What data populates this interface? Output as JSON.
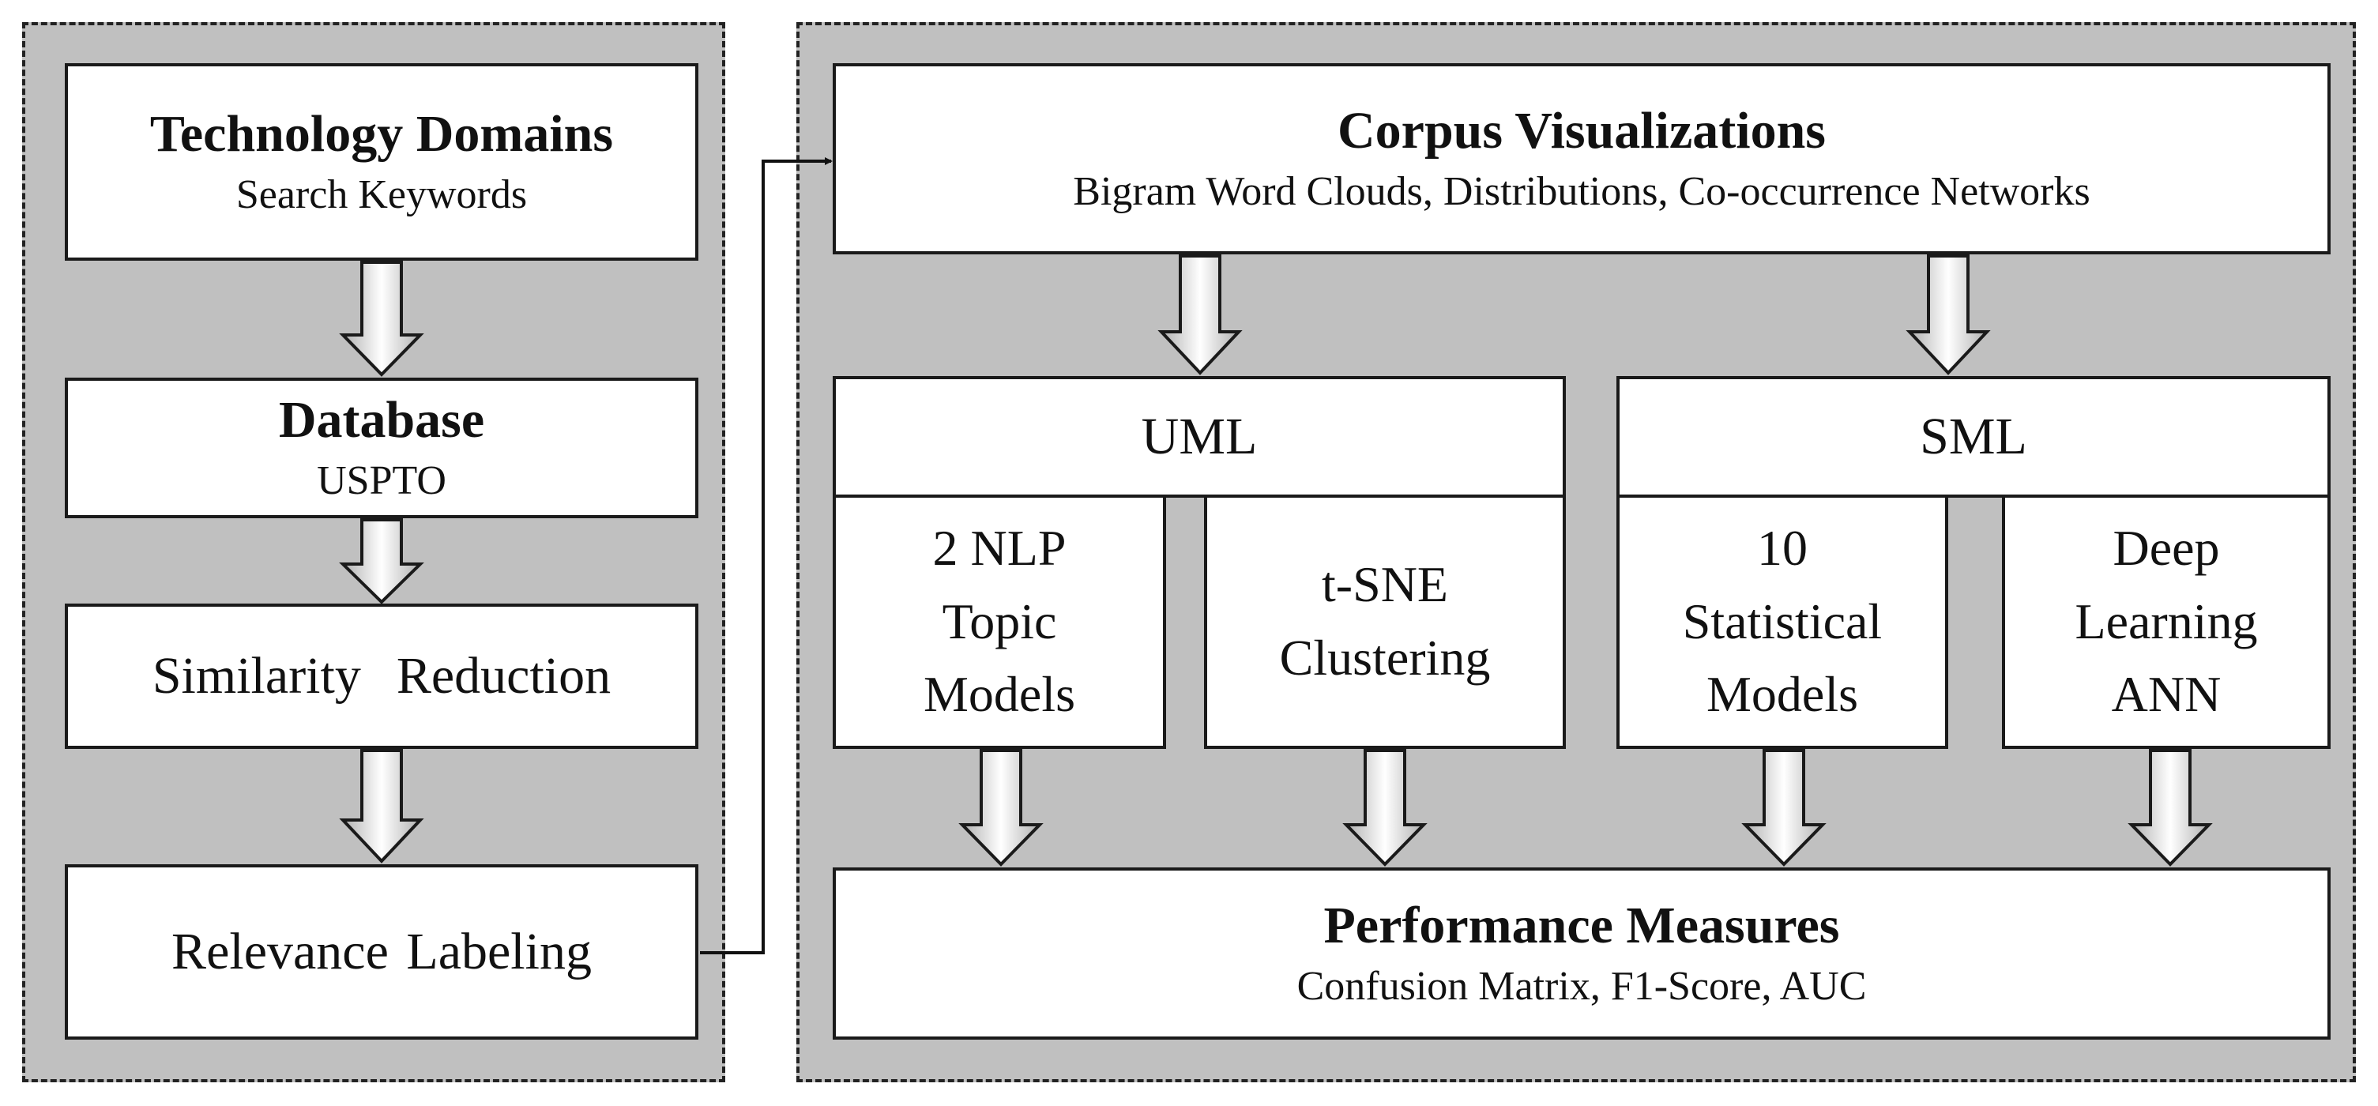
{
  "pipeline": {
    "technology_domains": {
      "title": "Technology Domains",
      "subtitle": "Search Keywords"
    },
    "database": {
      "title": "Database",
      "subtitle": "USPTO"
    },
    "similarity_reduction": {
      "label": "Similarity  Reduction"
    },
    "relevance_labeling": {
      "label": "Relevance Labeling"
    }
  },
  "analysis": {
    "corpus_visualizations": {
      "title": "Corpus Visualizations",
      "subtitle": "Bigram Word Clouds, Distributions, Co-occurrence Networks"
    },
    "uml": {
      "label": "UML",
      "models": [
        {
          "lines": [
            "2 NLP",
            "Topic",
            "Models"
          ]
        },
        {
          "lines": [
            "t-SNE",
            "Clustering"
          ]
        }
      ]
    },
    "sml": {
      "label": "SML",
      "models": [
        {
          "lines": [
            "10",
            "Statistical",
            "Models"
          ]
        },
        {
          "lines": [
            "Deep",
            "Learning",
            "ANN"
          ]
        }
      ]
    },
    "performance_measures": {
      "title": "Performance Measures",
      "subtitle": "Confusion Matrix, F1-Score, AUC"
    }
  },
  "colors": {
    "panel": "#c0c0c0",
    "box": "#ffffff",
    "stroke": "#1a1a1a",
    "arrow_fill_light": "#ffffff",
    "arrow_fill_dark": "#b0b0b0"
  }
}
